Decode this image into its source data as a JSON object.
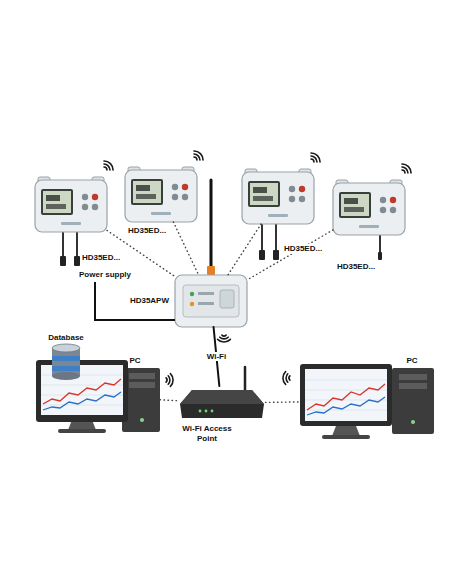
{
  "diagram": {
    "nodes": [
      {
        "text": [
          "HD35ED..."
        ]
      },
      {
        "text": [
          "HD35ED..."
        ]
      },
      {
        "text": [
          "HD35ED..."
        ]
      },
      {
        "text": [
          "HD35ED..."
        ]
      },
      {
        "text": [
          "HD35APW"
        ]
      },
      {
        "text": [
          "Database"
        ]
      },
      {
        "text": [
          "PC"
        ]
      },
      {
        "text": [
          "PC"
        ]
      },
      {
        "text": [
          "Wi-Fi Access Point"
        ]
      }
    ],
    "edges": [
      {
        "from": 0,
        "to": 4,
        "arrow": "none"
      },
      {
        "from": 1,
        "to": 4,
        "arrow": "none"
      },
      {
        "from": 2,
        "to": 4,
        "arrow": "none"
      },
      {
        "from": 3,
        "to": 4,
        "arrow": "none"
      },
      {
        "from": 4,
        "to": 8,
        "label": "Wi-Fi",
        "arrow": "none"
      },
      {
        "from": 6,
        "to": 8,
        "arrow": "none"
      },
      {
        "from": 7,
        "to": 8,
        "arrow": "none"
      }
    ],
    "labels": [
      "Power supply"
    ]
  }
}
